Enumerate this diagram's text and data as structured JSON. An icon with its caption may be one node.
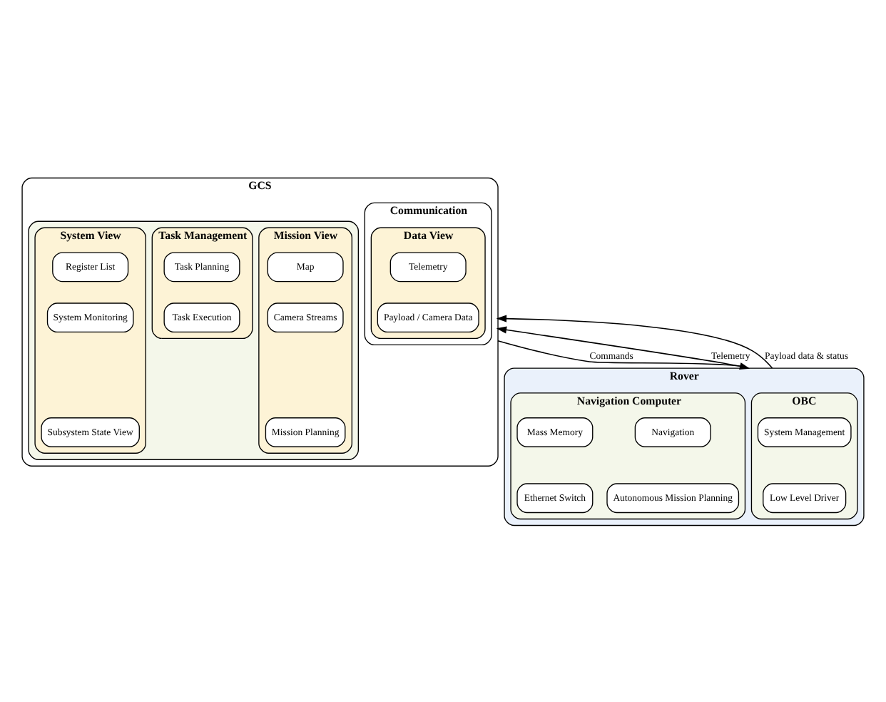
{
  "diagram": {
    "nodes": [
      {
        "text": [
          "GCS"
        ]
      },
      {
        "text": [],
        "shape": "box",
        "in": 0
      },
      {
        "text": [
          "Mission View"
        ],
        "in": 1
      },
      {
        "text": [
          "Map"
        ],
        "in": 2
      },
      {
        "text": [
          "Camera Streams"
        ],
        "in": 2
      },
      {
        "text": [
          "Mission Planning"
        ],
        "in": 2
      },
      {
        "text": [
          "Task Management"
        ],
        "in": 1
      },
      {
        "text": [
          "Task Planning"
        ],
        "in": 6
      },
      {
        "text": [
          "Task Execution"
        ],
        "in": 6
      },
      {
        "text": [
          "System View"
        ],
        "in": 1
      },
      {
        "text": [
          "Register List"
        ],
        "in": 9
      },
      {
        "text": [
          "System Monitoring"
        ],
        "in": 9
      },
      {
        "text": [
          "Subsystem State View"
        ],
        "in": 9
      },
      {
        "text": [
          "Communication"
        ],
        "in": 0
      },
      {
        "text": [
          "Data View"
        ],
        "in": 13
      },
      {
        "text": [
          "Telemetry"
        ],
        "in": 14
      },
      {
        "text": [
          "Payload / Camera Data"
        ],
        "in": 14
      },
      {
        "text": [
          "Rover"
        ]
      },
      {
        "text": [
          "OBC"
        ],
        "in": 17
      },
      {
        "text": [
          "System Management"
        ],
        "in": 18
      },
      {
        "text": [
          "Low Level Driver"
        ],
        "in": 18
      },
      {
        "text": [
          "Navigation Computer"
        ],
        "in": 17
      },
      {
        "text": [
          "Navigation"
        ],
        "in": 21
      },
      {
        "text": [
          "Mass Memory"
        ],
        "in": 21
      },
      {
        "text": [
          "Autonomous Mission Planning"
        ],
        "in": 21
      },
      {
        "text": [
          "Ethernet Switch"
        ],
        "in": 21
      }
    ],
    "edges": [
      {
        "from": 0,
        "to": 17,
        "arrow": "to",
        "label": "Commands"
      },
      {
        "from": 17,
        "to": 0,
        "arrow": "to",
        "label": "Telemetry"
      },
      {
        "from": 17,
        "to": 0,
        "arrow": "to",
        "label": "Payload data & status"
      }
    ]
  }
}
